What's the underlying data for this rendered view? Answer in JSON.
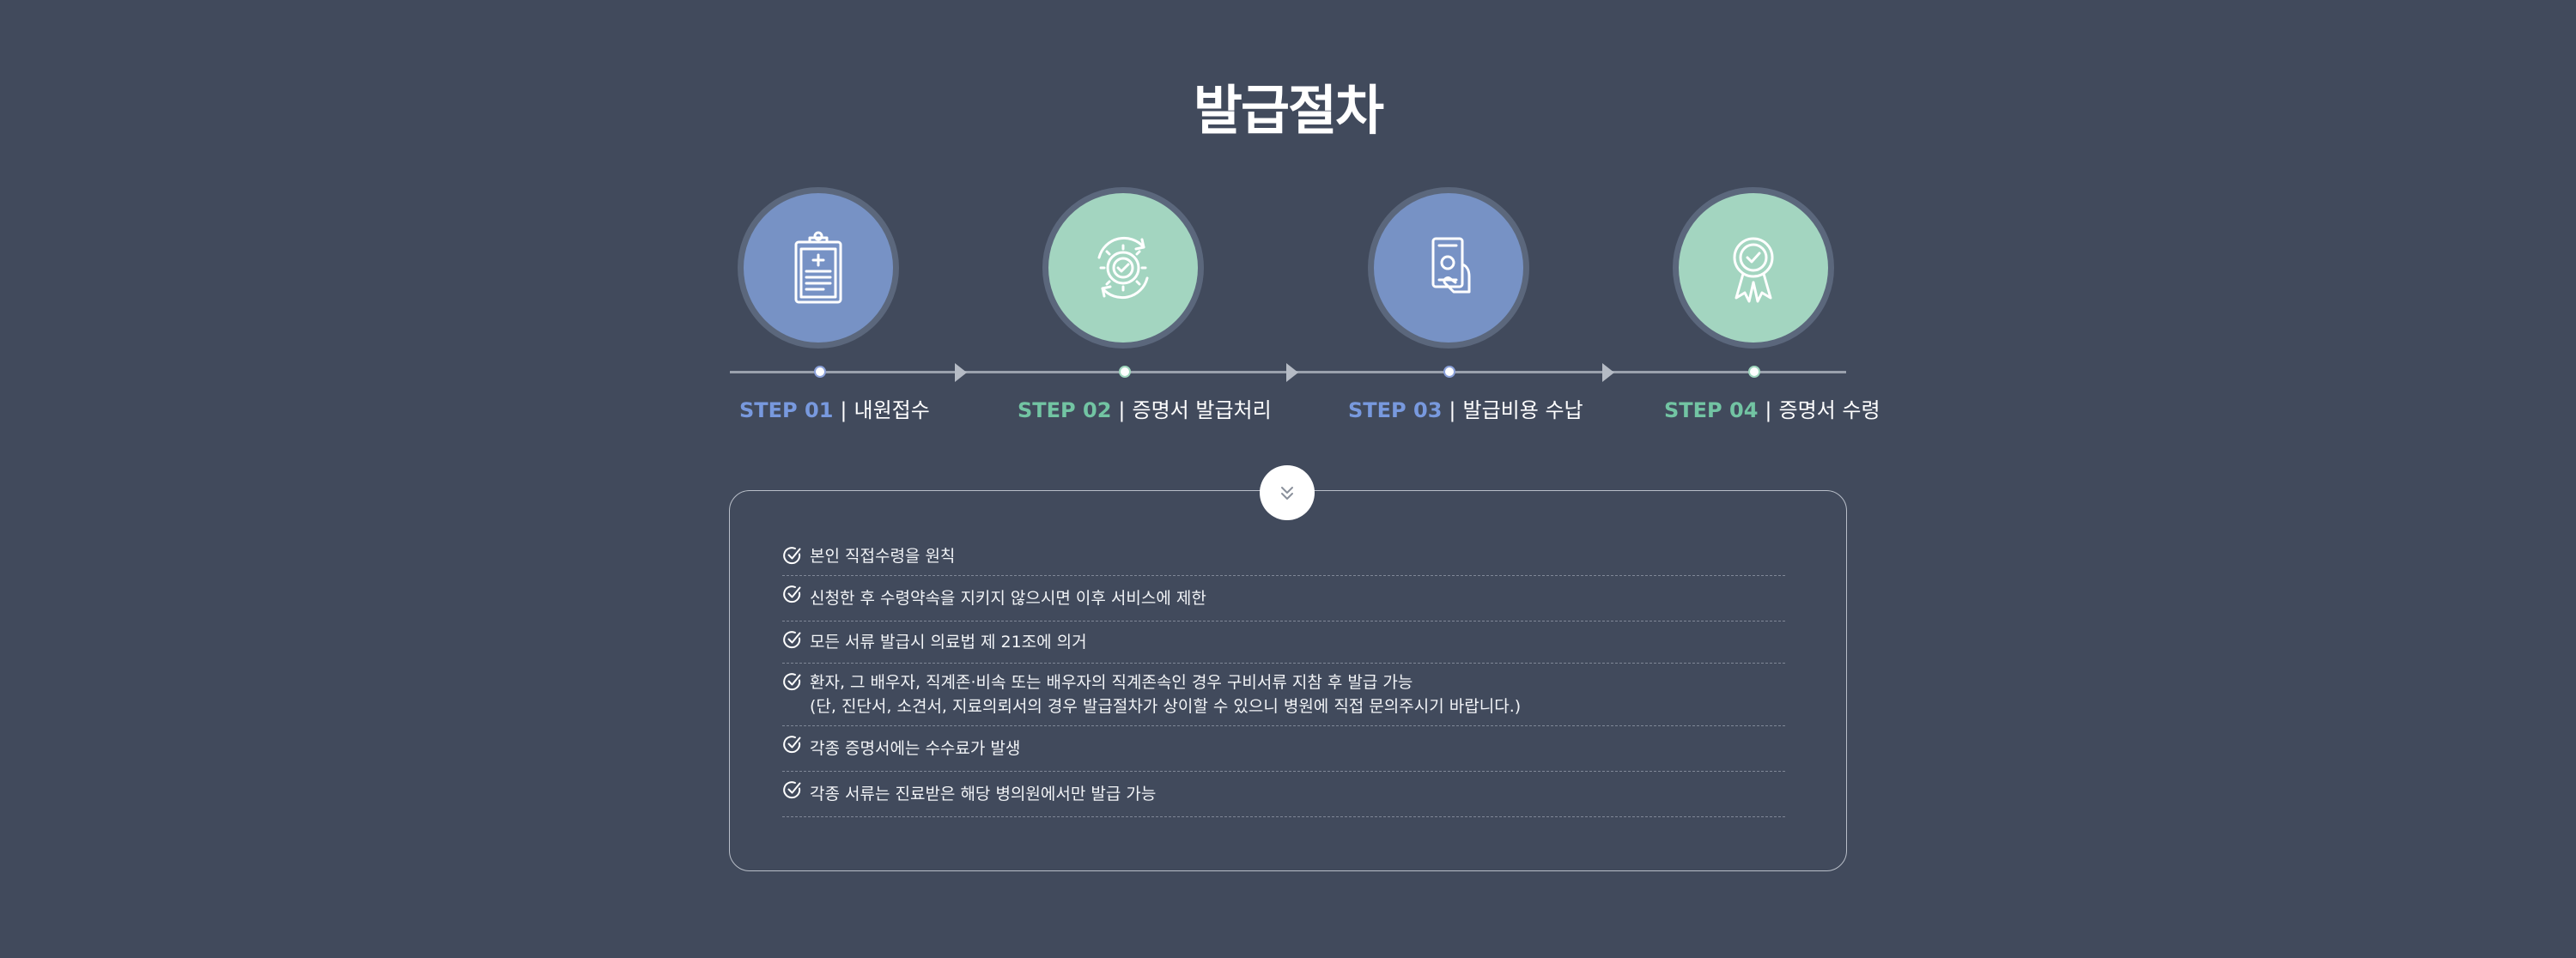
{
  "page": {
    "title": "발급절차"
  },
  "steps": [
    {
      "num": "STEP 01",
      "label": "내원접수",
      "icon": "clipboard-icon",
      "color": "blue"
    },
    {
      "num": "STEP 02",
      "label": "증명서 발급처리",
      "icon": "gear-check-icon",
      "color": "green"
    },
    {
      "num": "STEP 03",
      "label": "발급비용 수납",
      "icon": "payment-icon",
      "color": "blue"
    },
    {
      "num": "STEP 04",
      "label": "증명서 수령",
      "icon": "certificate-badge-icon",
      "color": "green"
    }
  ],
  "separator": "|",
  "colors": {
    "background": "#414a5c",
    "step_blue": "#7792c5",
    "step_green": "#a3d5c0",
    "step_num_blue": "#7899de",
    "step_num_green": "#72c4a3"
  },
  "notices": [
    {
      "lines": [
        "본인 직접수령을 원칙"
      ]
    },
    {
      "lines": [
        "신청한 후 수령약속을 지키지 않으시면 이후 서비스에 제한"
      ]
    },
    {
      "lines": [
        "모든 서류 발급시 의료법 제 21조에 의거"
      ]
    },
    {
      "lines": [
        "환자, 그 배우자, 직계존·비속 또는 배우자의 직계존속인 경우 구비서류 지참 후 발급 가능",
        "(단, 진단서, 소견서, 지료의뢰서의 경우 발급절차가 상이할 수 있으니 병원에 직접 문의주시기 바랍니다.)"
      ]
    },
    {
      "lines": [
        "각종 증명서에는 수수료가 발생"
      ]
    },
    {
      "lines": [
        "각종 서류는 진료받은 해당 병의원에서만 발급 가능"
      ]
    }
  ]
}
